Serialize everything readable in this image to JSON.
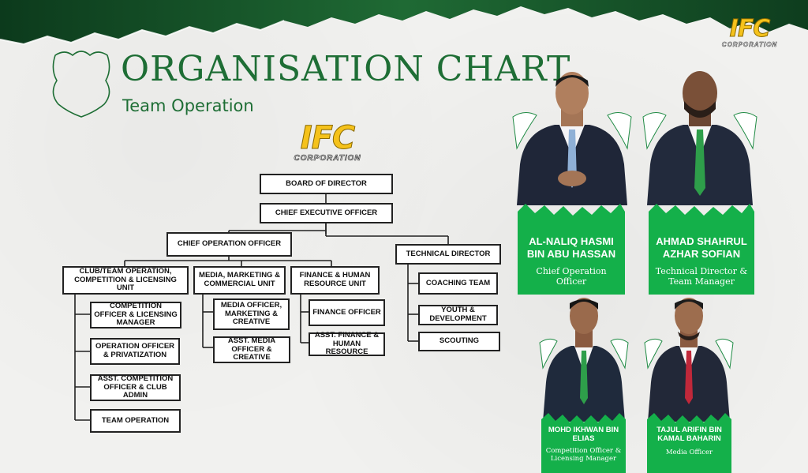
{
  "header": {
    "title": "ORGANISATION CHART",
    "subtitle": "Team Operation",
    "logo_text": "IFC",
    "logo_subtext": "CORPORATION"
  },
  "colors": {
    "brand_green": "#1e6e35",
    "card_green": "#14b04a",
    "logo_gold": "#f5c21b"
  },
  "org": {
    "board": "BOARD OF DIRECTOR",
    "ceo": "CHIEF EXECUTIVE OFFICER",
    "coo": "CHIEF OPERATION OFFICER",
    "tech_director": "TECHNICAL DIRECTOR",
    "club_unit": "CLUB/TEAM OPERATION, COMPETITION & LICENSING UNIT",
    "media_unit": "MEDIA, MARKETING & COMMERCIAL UNIT",
    "finance_unit": "FINANCE & HUMAN RESOURCE UNIT",
    "club_roles": [
      "COMPETITION OFFICER & LICENSING MANAGER",
      "OPERATION OFFICER & PRIVATIZATION",
      "ASST. COMPETITION OFFICER & CLUB ADMIN",
      "TEAM OPERATION"
    ],
    "media_roles": [
      "MEDIA OFFICER, MARKETING & CREATIVE",
      "ASST. MEDIA OFFICER & CREATIVE"
    ],
    "finance_roles": [
      "FINANCE OFFICER",
      "ASST. FINANCE & HUMAN RESOURCE"
    ],
    "tech_roles": [
      "COACHING TEAM",
      "YOUTH & DEVELOPMENT",
      "SCOUTING"
    ]
  },
  "people": [
    {
      "name": "AL-NALIQ HASMI BIN ABU HASSAN",
      "role": "Chief Operation Officer",
      "tie": "light-blue-striped-tie-icon"
    },
    {
      "name": "AHMAD SHAHRUL AZHAR SOFIAN",
      "role": "Technical Director & Team Manager",
      "tie": "green-striped-tie-icon"
    },
    {
      "name": "MOHD IKHWAN BIN ELIAS",
      "role": "Competition Officer & Licensing Manager",
      "tie": "green-striped-tie-icon"
    },
    {
      "name": "TAJUL ARIFIN BIN KAMAL BAHARIN",
      "role": "Media Officer",
      "tie": "red-tie-icon"
    }
  ]
}
